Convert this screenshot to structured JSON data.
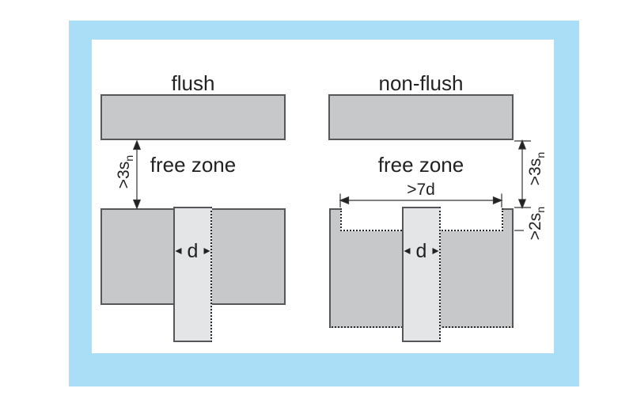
{
  "colors": {
    "frame_blue": "#a9def6",
    "metal_gray": "#c7c8ca",
    "sensor_gray": "#e4e5e7",
    "edge_gray": "#55575a",
    "dotted_dark": "#2a2a2a",
    "line_dark": "#333333",
    "text_dark": "#222222"
  },
  "panels": {
    "flush": {
      "title": "flush",
      "free_zone": "free zone",
      "distance_label": ">3s",
      "distance_sub": "n",
      "diameter_label": "d"
    },
    "nonflush": {
      "title": "non-flush",
      "free_zone": "free zone",
      "distance_label": ">3s",
      "distance_sub": "n",
      "clearance_width_label": ">7d",
      "recess_depth_label": ">2s",
      "recess_depth_sub": "n",
      "diameter_label": "d"
    }
  }
}
